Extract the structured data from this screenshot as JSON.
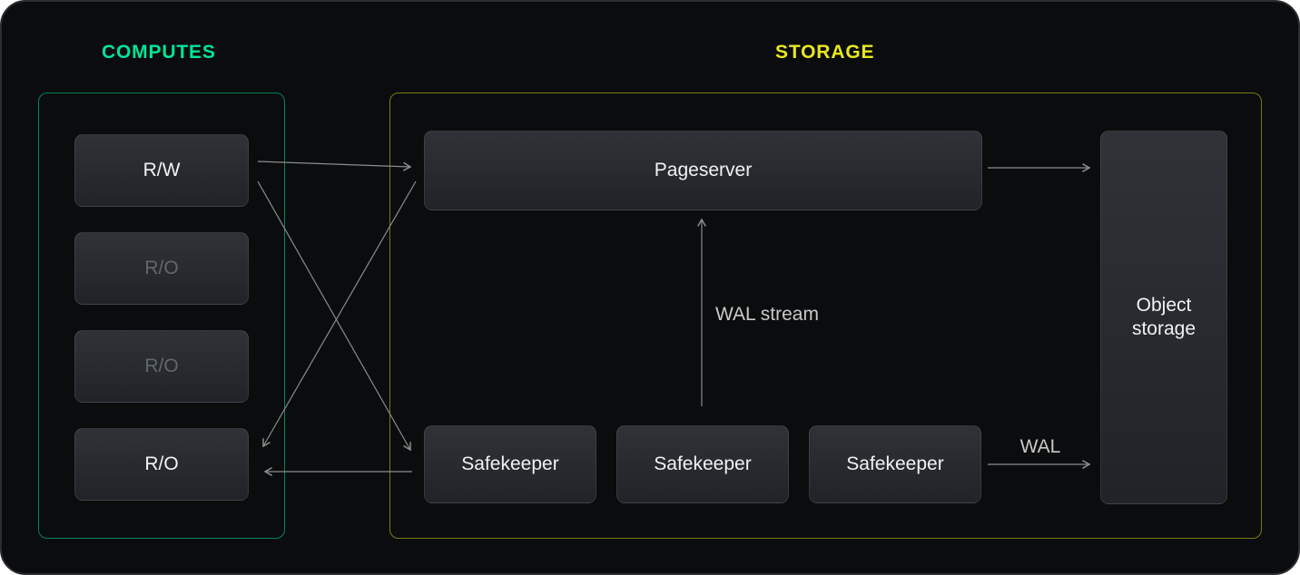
{
  "diagram": {
    "computes": {
      "title": "COMPUTES",
      "nodes": [
        {
          "label": "R/W"
        },
        {
          "label": "R/O"
        },
        {
          "label": "R/O"
        },
        {
          "label": "R/O"
        }
      ]
    },
    "storage": {
      "title": "STORAGE",
      "pageserver": "Pageserver",
      "safekeepers": [
        "Safekeeper",
        "Safekeeper",
        "Safekeeper"
      ],
      "object_storage": "Object storage"
    },
    "labels": {
      "wal_stream": "WAL stream",
      "wal": "WAL"
    },
    "colors": {
      "computes_accent": "#00e599",
      "storage_accent": "#e9e71f",
      "arrow": "#8c8c8c",
      "dim_text": "#62676d",
      "background": "#0b0c0d"
    }
  }
}
